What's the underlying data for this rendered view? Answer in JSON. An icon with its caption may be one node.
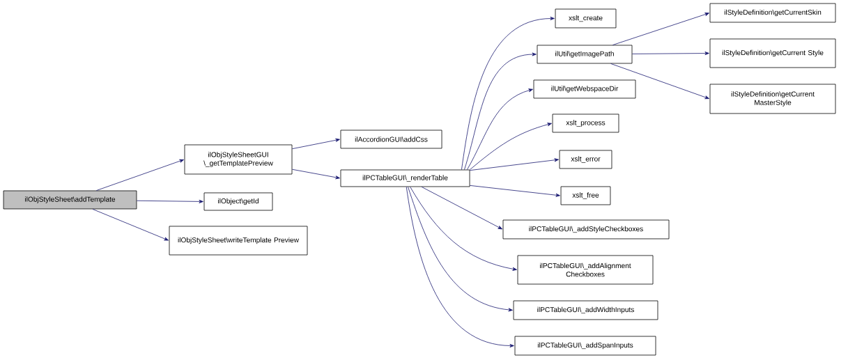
{
  "diagram": {
    "nodes": [
      {
        "text": [
          "ilObjStyleSheet\\addTemplate"
        ]
      },
      {
        "text": [
          "ilObjStyleSheetGUI \\_getTemplatePreview"
        ]
      },
      {
        "text": [
          "ilObject\\getId"
        ]
      },
      {
        "text": [
          "ilObjStyleSheet\\writeTemplate Preview"
        ]
      },
      {
        "text": [
          "ilAccordionGUI\\addCss"
        ]
      },
      {
        "text": [
          "ilPCTableGUI\\_renderTable"
        ]
      },
      {
        "text": [
          "xslt_create"
        ]
      },
      {
        "text": [
          "ilUtil\\getImagePath"
        ]
      },
      {
        "text": [
          "ilUtil\\getWebspaceDir"
        ]
      },
      {
        "text": [
          "xslt_process"
        ]
      },
      {
        "text": [
          "xslt_error"
        ]
      },
      {
        "text": [
          "xslt_free"
        ]
      },
      {
        "text": [
          "ilPCTableGUI\\_addStyleCheckboxes"
        ]
      },
      {
        "text": [
          "ilPCTableGUI\\_addAlignment Checkboxes"
        ]
      },
      {
        "text": [
          "ilPCTableGUI\\_addWidthInputs"
        ]
      },
      {
        "text": [
          "ilPCTableGUI\\_addSpanInputs"
        ]
      },
      {
        "text": [
          "ilStyleDefinition\\getCurrentSkin"
        ]
      },
      {
        "text": [
          "ilStyleDefinition\\getCurrent Style"
        ]
      },
      {
        "text": [
          "ilStyleDefinition\\getCurrent MasterStyle"
        ]
      }
    ],
    "edges": [
      {
        "from": 0,
        "to": 1,
        "arrow": "to"
      },
      {
        "from": 0,
        "to": 2,
        "arrow": "to"
      },
      {
        "from": 0,
        "to": 3,
        "arrow": "to"
      },
      {
        "from": 1,
        "to": 4,
        "arrow": "to"
      },
      {
        "from": 1,
        "to": 5,
        "arrow": "to"
      },
      {
        "from": 5,
        "to": 6,
        "arrow": "to"
      },
      {
        "from": 5,
        "to": 7,
        "arrow": "to"
      },
      {
        "from": 5,
        "to": 8,
        "arrow": "to"
      },
      {
        "from": 5,
        "to": 9,
        "arrow": "to"
      },
      {
        "from": 5,
        "to": 10,
        "arrow": "to"
      },
      {
        "from": 5,
        "to": 11,
        "arrow": "to"
      },
      {
        "from": 5,
        "to": 12,
        "arrow": "to"
      },
      {
        "from": 5,
        "to": 13,
        "arrow": "to"
      },
      {
        "from": 5,
        "to": 14,
        "arrow": "to"
      },
      {
        "from": 5,
        "to": 15,
        "arrow": "to"
      },
      {
        "from": 7,
        "to": 16,
        "arrow": "to"
      },
      {
        "from": 7,
        "to": 17,
        "arrow": "to"
      },
      {
        "from": 7,
        "to": 18,
        "arrow": "to"
      }
    ]
  }
}
